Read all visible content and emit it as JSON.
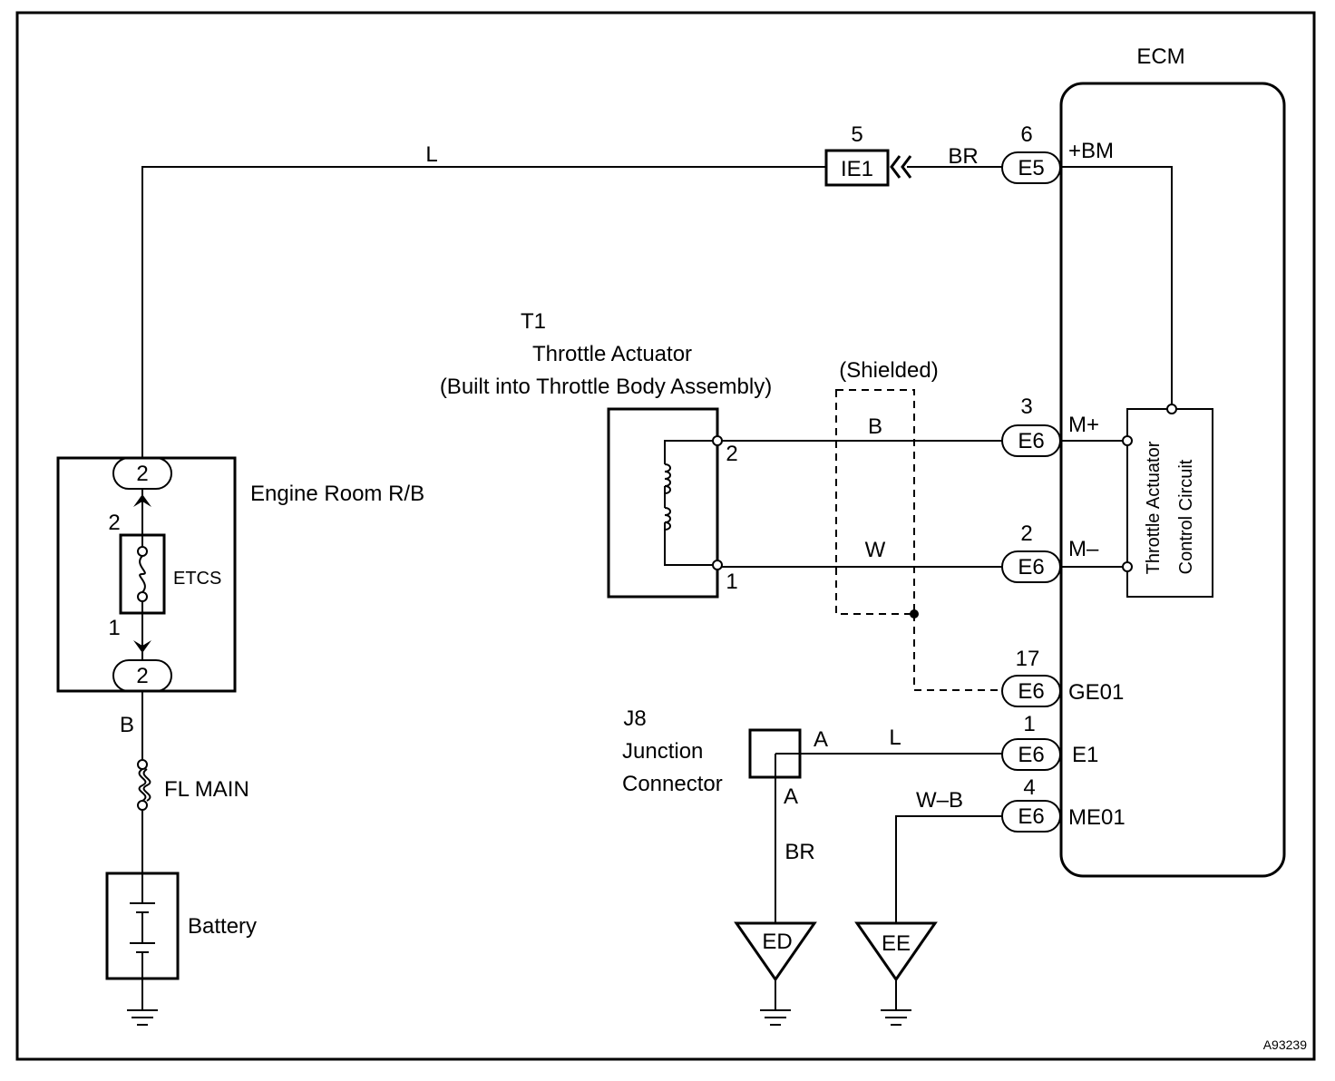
{
  "ecm": {
    "title": "ECM",
    "control_circuit_line1": "Throttle Actuator",
    "control_circuit_line2": "Control Circuit"
  },
  "terminals": {
    "bm": {
      "pin": "6",
      "connector": "E5",
      "name": "+BM"
    },
    "m_plus": {
      "pin": "3",
      "connector": "E6",
      "name": "M+"
    },
    "m_minus": {
      "pin": "2",
      "connector": "E6",
      "name": "M–"
    },
    "ge01": {
      "pin": "17",
      "connector": "E6",
      "name": "GE01"
    },
    "e1": {
      "pin": "1",
      "connector": "E6",
      "name": "E1"
    },
    "me01": {
      "pin": "4",
      "connector": "E6",
      "name": "ME01"
    }
  },
  "connector_ie1": {
    "pin": "5",
    "label": "IE1"
  },
  "wires": {
    "top": "L",
    "ecm_top": "BR",
    "motor_plus": "B",
    "motor_minus": "W",
    "j8_ecm": "L",
    "j8_ground": "BR",
    "me01_ground": "W–B",
    "rb_battery": "B"
  },
  "shielded": "(Shielded)",
  "throttle": {
    "code": "T1",
    "name": "Throttle Actuator",
    "desc": "(Built into Throttle Body Assembly)",
    "pin_top": "2",
    "pin_bottom": "1"
  },
  "relay_box": {
    "name": "Engine Room R/B",
    "fuse": "ETCS",
    "top_terminal": "2",
    "bottom_terminal": "2",
    "fuse_pin_top": "2",
    "fuse_pin_bottom": "1"
  },
  "fuse_main": "FL MAIN",
  "battery": "Battery",
  "junction": {
    "code": "J8",
    "line1": "Junction",
    "line2": "Connector",
    "pin_a_top": "A",
    "pin_a_bottom": "A"
  },
  "grounds": {
    "ed": "ED",
    "ee": "EE"
  },
  "figure_id": "A93239"
}
